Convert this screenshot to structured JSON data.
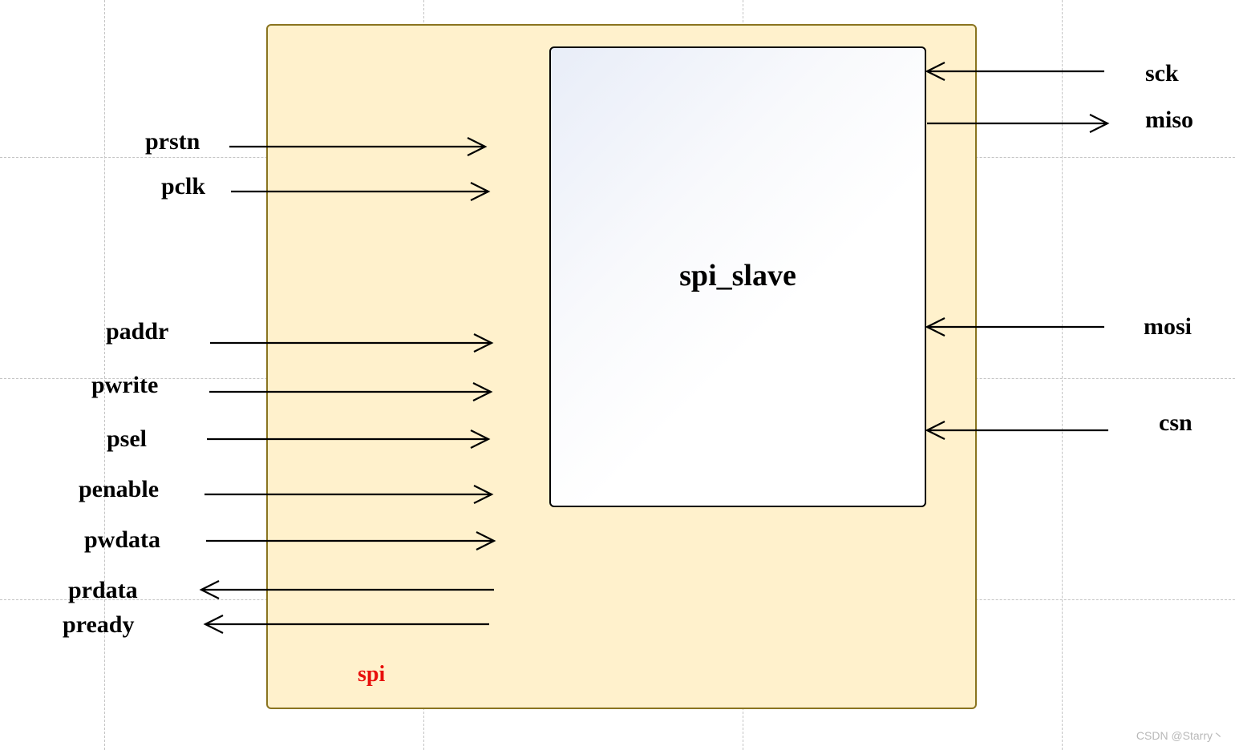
{
  "outer_block": {
    "label": "spi"
  },
  "inner_block": {
    "label": "spi_slave"
  },
  "apb_ports": [
    {
      "name": "prstn",
      "direction": "in"
    },
    {
      "name": "pclk",
      "direction": "in"
    },
    {
      "name": "paddr",
      "direction": "in"
    },
    {
      "name": "pwrite",
      "direction": "in"
    },
    {
      "name": "psel",
      "direction": "in"
    },
    {
      "name": "penable",
      "direction": "in"
    },
    {
      "name": "pwdata",
      "direction": "in"
    },
    {
      "name": "prdata",
      "direction": "out"
    },
    {
      "name": "pready",
      "direction": "out"
    }
  ],
  "spi_ports": [
    {
      "name": "sck",
      "direction": "in"
    },
    {
      "name": "miso",
      "direction": "out"
    },
    {
      "name": "mosi",
      "direction": "in"
    },
    {
      "name": "csn",
      "direction": "in"
    }
  ],
  "watermark": "CSDN @Starry丶",
  "colors": {
    "outer_fill": "#fff1cc",
    "outer_border": "#8a7420",
    "spi_label": "#e8100c",
    "inner_gradient_start": "#e8edf8"
  }
}
